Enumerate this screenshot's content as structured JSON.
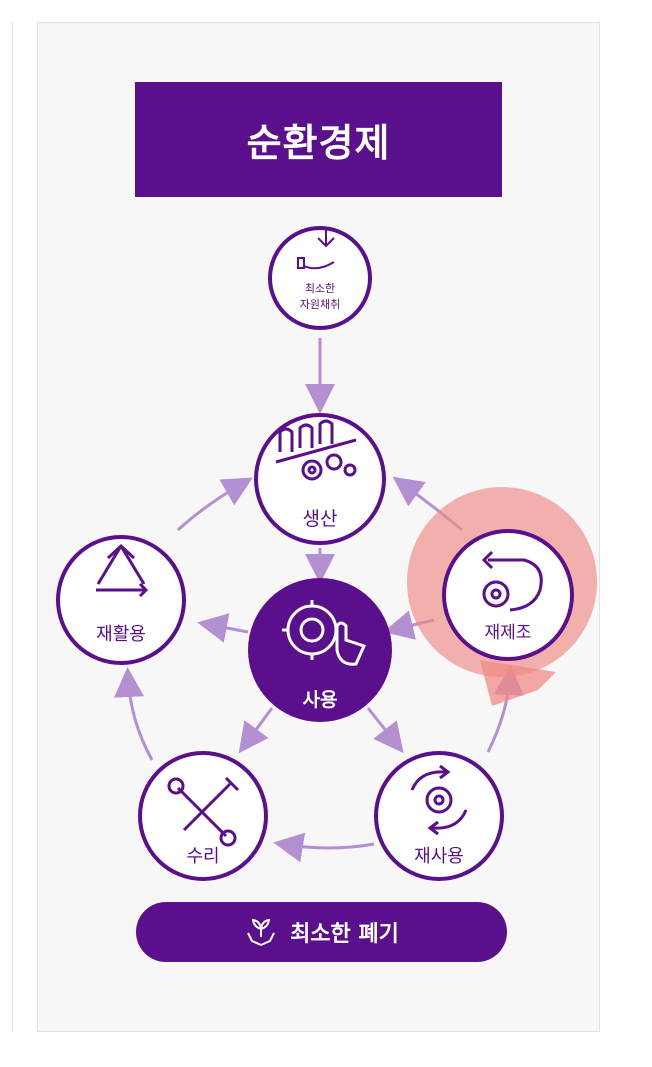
{
  "title": "순환경제",
  "nodes": {
    "extraction": {
      "line1": "최소한",
      "line2": "자원채취"
    },
    "production": {
      "label": "생산"
    },
    "use": {
      "label": "사용"
    },
    "recycling": {
      "label": "재활용"
    },
    "remanufacturing": {
      "label": "재제조"
    },
    "repair": {
      "label": "수리"
    },
    "reuse": {
      "label": "재사용"
    }
  },
  "bottom": {
    "label": "최소한 폐기"
  },
  "colors": {
    "purple": "#5a0f8c",
    "arrow": "#b48fd1",
    "highlight": "#f08a84"
  }
}
